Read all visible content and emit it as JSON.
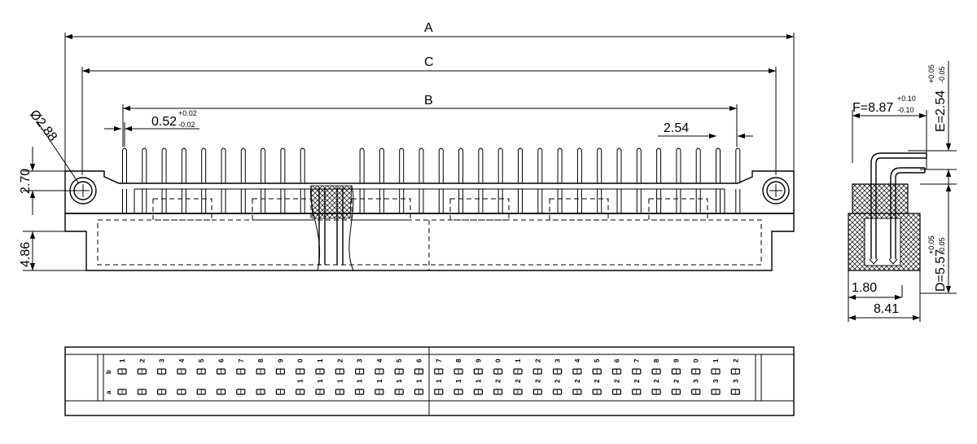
{
  "front_view": {
    "dim_A": "A",
    "dim_B": "B",
    "dim_C": "C",
    "hole_dia": "Ø2.88",
    "pin_width": "0.52",
    "pin_width_tol_upper": "+0.02",
    "pin_width_tol_lower": "-0.02",
    "pitch": "2.54",
    "hole_height": "2.70",
    "base_height": "4.86"
  },
  "side_view": {
    "dim_F": "F=8.87",
    "dim_F_tol_upper": "+0.10",
    "dim_F_tol_lower": "-0.10",
    "dim_E": "E=2.54",
    "dim_E_tol_upper": "+0.05",
    "dim_E_tol_lower": "-0.05",
    "dim_D": "D=5.57",
    "dim_D_tol_upper": "+0.05",
    "dim_D_tol_lower": "-0.05",
    "dim_1": "1.80",
    "dim_2": "8.41"
  },
  "bottom_view": {
    "row_labels": [
      "b",
      "a"
    ],
    "pin_numbers_top": [
      "1",
      "2",
      "3",
      "4",
      "5",
      "6",
      "7",
      "8",
      "9",
      "0",
      "1",
      "2",
      "3",
      "4",
      "5",
      "6",
      "7",
      "8",
      "9",
      "0",
      "1",
      "2",
      "3",
      "4",
      "5",
      "6",
      "7",
      "8",
      "9",
      "0",
      "1",
      "2"
    ],
    "pin_tens": [
      "",
      "",
      "",
      "",
      "",
      "",
      "",
      "",
      "",
      "1",
      "1",
      "1",
      "1",
      "1",
      "1",
      "1",
      "1",
      "1",
      "1",
      "2",
      "2",
      "2",
      "2",
      "2",
      "2",
      "2",
      "2",
      "2",
      "2",
      "3",
      "3",
      "3"
    ]
  }
}
